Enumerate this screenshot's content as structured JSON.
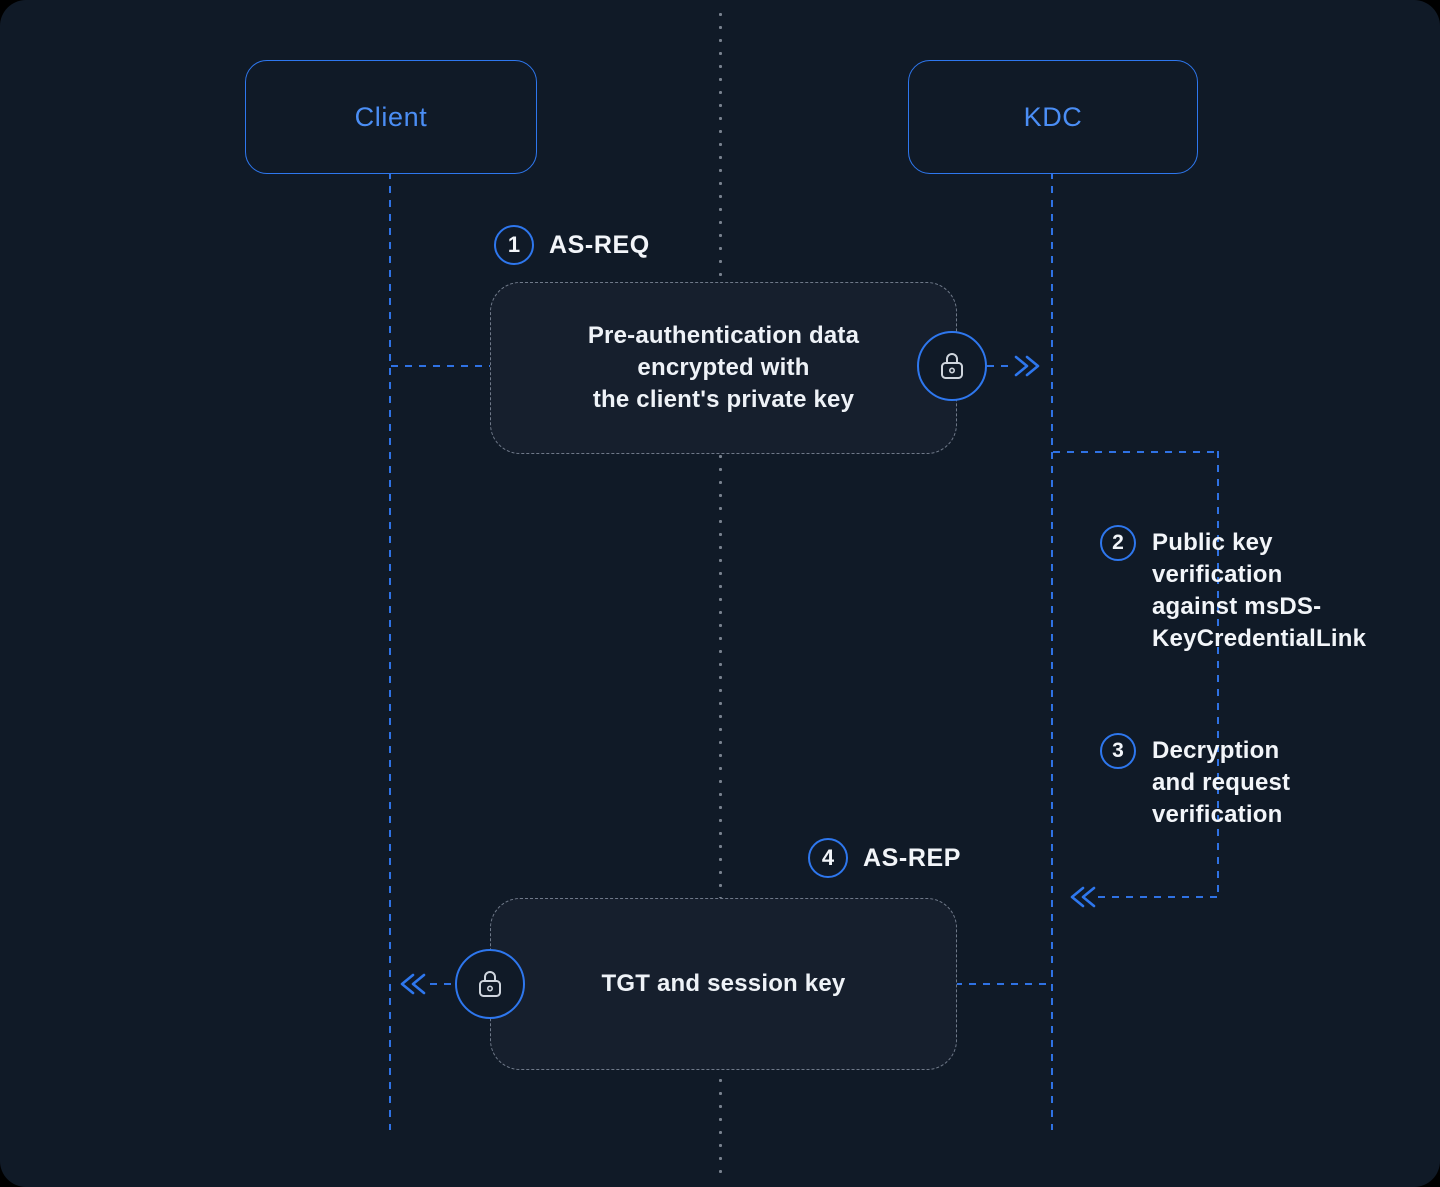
{
  "colors": {
    "accent_blue": "#2e77ee",
    "actor_text_blue": "#4b8ef5",
    "background": "#101a27",
    "surface": "#161f2d",
    "text_primary": "#eef2f7",
    "muted_line_gray": "#79828f",
    "dashed_border_gray": "#6f7989"
  },
  "actors": {
    "client": "Client",
    "kdc": "KDC"
  },
  "steps": {
    "s1": {
      "num": "1",
      "label": "AS-REQ"
    },
    "s2": {
      "num": "2",
      "lines": [
        "Public key",
        "verification",
        "against msDS-",
        "KeyCredentialLink"
      ]
    },
    "s3": {
      "num": "3",
      "lines": [
        "Decryption",
        "and request",
        "verification"
      ]
    },
    "s4": {
      "num": "4",
      "label": "AS-REP"
    }
  },
  "messages": {
    "as_req_box": {
      "lines": [
        "Pre-authentication data",
        "encrypted with",
        "the client's private key"
      ]
    },
    "as_rep_box": {
      "lines": [
        "TGT and session key"
      ]
    }
  },
  "icons": {
    "lock": "padlock",
    "arrow_right": "double-chevron-right",
    "arrow_left": "double-chevron-left"
  }
}
